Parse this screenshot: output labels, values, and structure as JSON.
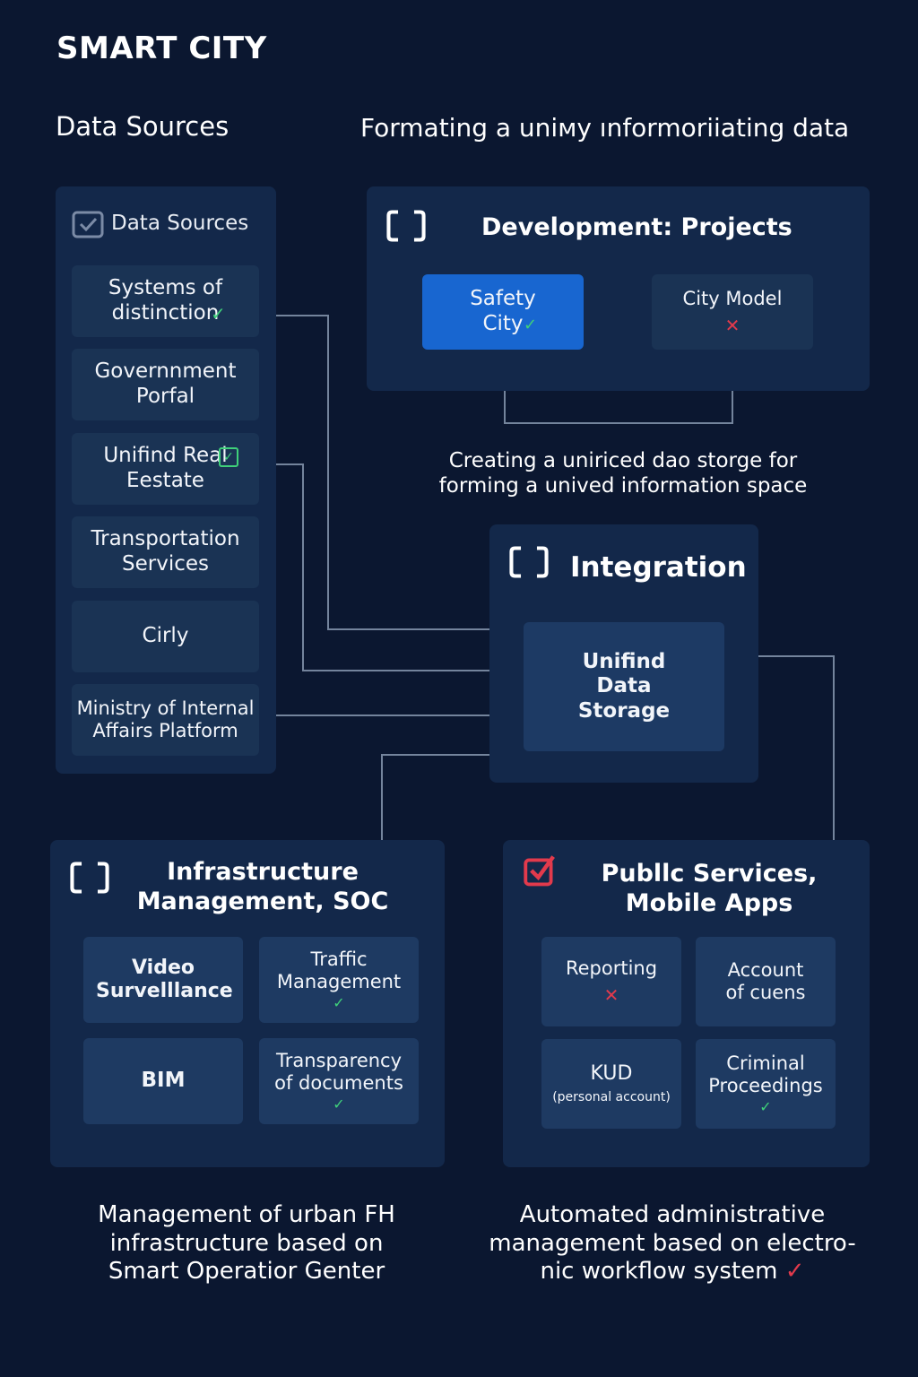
{
  "title": "SMART CITY",
  "left_heading": "Data Sources",
  "right_heading": "Formating a uniмy  ınformoriiating data",
  "data_sources": {
    "panel_title": "Data Sources",
    "items": [
      {
        "label": "Systems of distinction",
        "mark": "ok"
      },
      {
        "label": "Governnment Porfal",
        "mark": ""
      },
      {
        "label": "Unifind Real Eestate",
        "mark": "ok-box"
      },
      {
        "label": "Transportation Services",
        "mark": ""
      },
      {
        "label": "Cirly",
        "mark": ""
      },
      {
        "label": "Ministry of Internal Affairs Platform",
        "mark": ""
      }
    ]
  },
  "development": {
    "title": "Development: Projects",
    "tiles": [
      {
        "label": "Safety City",
        "mark": "ok"
      },
      {
        "label": "City Model",
        "mark": "x"
      }
    ]
  },
  "middle_caption": "Creating a  uniriced dao storge for forming a unived information space",
  "integration": {
    "title": "Integration",
    "storage_label": "Unifind Data Storage"
  },
  "infrastructure": {
    "title": "Infrastructure Management,  SOC",
    "tiles": [
      {
        "label": "Video Survelllance",
        "mark": ""
      },
      {
        "label": "Traffic Management",
        "mark": "ok"
      },
      {
        "label": "BIM",
        "mark": ""
      },
      {
        "label": "Transparency of documents",
        "mark": "ok"
      }
    ]
  },
  "public_services": {
    "title": "Publlc Services, Mobile Apps",
    "tiles": [
      {
        "label": "Reporting",
        "sub": "",
        "mark": "x"
      },
      {
        "label": "Account of cuens",
        "sub": "",
        "mark": ""
      },
      {
        "label": "KUD",
        "sub": "(personal account)",
        "mark": ""
      },
      {
        "label": "Criminal Proceedings",
        "sub": "",
        "mark": "ok"
      }
    ]
  },
  "bottom_left_caption": "Management of urban FH infrastructure based on Smart Operatior Genter",
  "bottom_right_caption": "Automated administrative management based on electro-nic workflow system",
  "marks": {
    "ok": "✓",
    "x": "✕",
    "chevron": "⌄"
  },
  "colors": {
    "background": "#0b1730",
    "panel": "#13284a",
    "tile": "#1e3a62",
    "accent_blue": "#1866d0",
    "ok_green": "#3fd07a",
    "x_red": "#e23a4c",
    "connector": "#8fa0b8"
  }
}
